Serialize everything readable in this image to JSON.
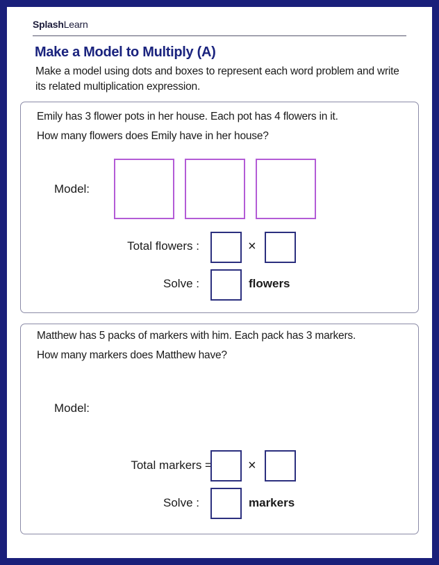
{
  "header": {
    "brand_bold": "Splash",
    "brand_light": "Learn"
  },
  "worksheet": {
    "title": "Make a Model to Multiply (A)",
    "instructions": "Make a model using dots and boxes to represent each word problem and write its related multiplication expression."
  },
  "problems": [
    {
      "line1": "Emily has 3 flower pots in her house. Each pot has 4 flowers in it.",
      "line2": "How many flowers does Emily have in her house?",
      "model_label": "Model:",
      "model_boxes": 3,
      "total_label": "Total flowers :",
      "times_symbol": "×",
      "solve_label": "Solve :",
      "unit": "flowers"
    },
    {
      "line1": "Matthew has 5 packs of markers with him. Each pack has 3 markers.",
      "line2": "How many markers does Matthew have?",
      "model_label": "Model:",
      "model_boxes": 0,
      "total_label": "Total markers =",
      "times_symbol": "×",
      "solve_label": "Solve :",
      "unit": "markers"
    }
  ],
  "colors": {
    "frame": "#1a1f7a",
    "title": "#1a237e",
    "model_box": "#b35bd6",
    "answer_box": "#2b2f7e",
    "card_border": "#8a8aa6"
  }
}
